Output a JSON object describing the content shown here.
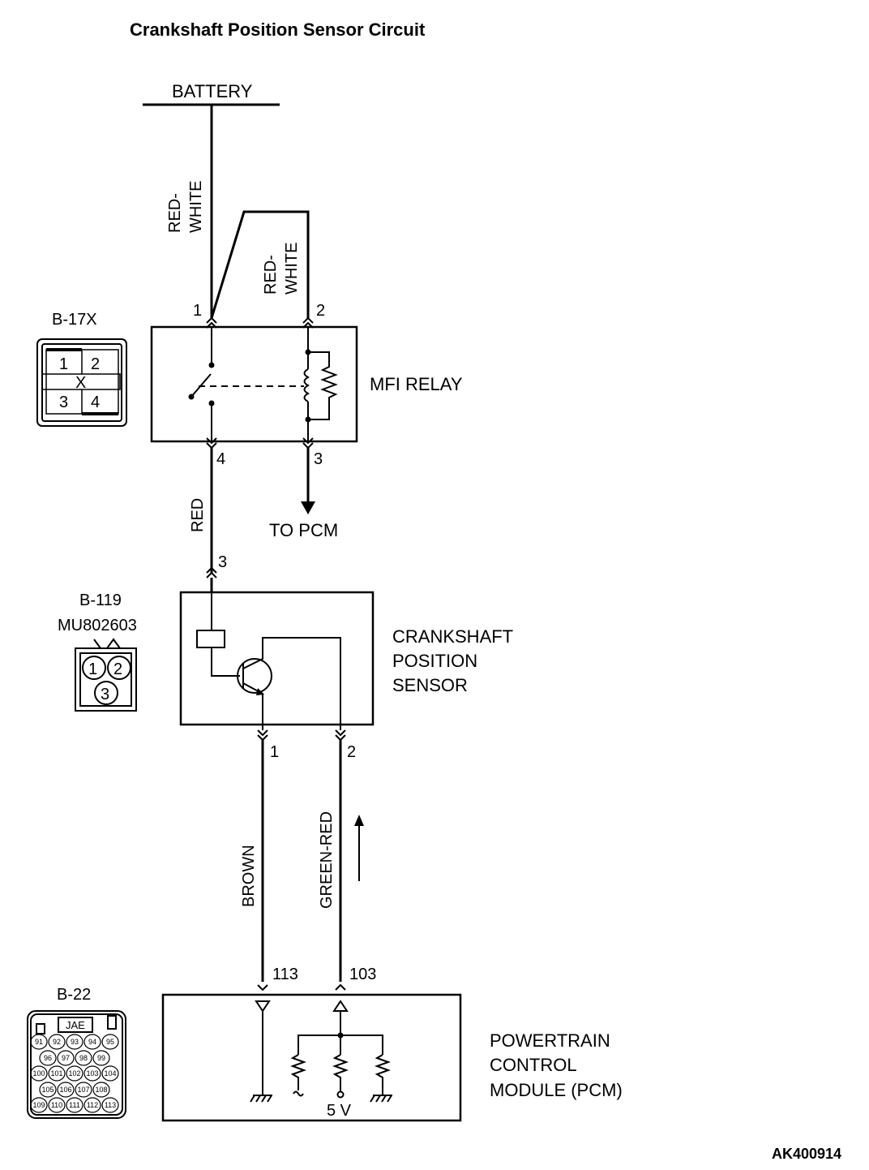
{
  "title": "Crankshaft Position Sensor Circuit",
  "doc_code": "AK400914",
  "battery_label": "BATTERY",
  "wires": {
    "battery_to_relay1": "RED-\nWHITE",
    "battery_to_relay2": "RED-\nWHITE",
    "relay4_to_sensor3": "RED",
    "sensor1_to_pcm": "BROWN",
    "sensor2_to_pcm": "GREEN-RED"
  },
  "relay": {
    "label": "MFI RELAY",
    "connector": "B-17X",
    "pins": {
      "p1": "1",
      "p2": "2",
      "p3": "3",
      "p4": "4"
    },
    "to_pcm": "TO PCM",
    "face": {
      "c1": "1",
      "c2": "2",
      "c3": "3",
      "c4": "4",
      "x": "X"
    }
  },
  "sensor": {
    "label_line1": "CRANKSHAFT",
    "label_line2": "POSITION",
    "label_line3": "SENSOR",
    "connector": "B-119",
    "part_no": "MU802603",
    "pins": {
      "p1": "1",
      "p2": "2",
      "p3": "3"
    },
    "face": {
      "c1": "1",
      "c2": "2",
      "c3": "3"
    }
  },
  "pcm": {
    "label_line1": "POWERTRAIN",
    "label_line2": "CONTROL",
    "label_line3": "MODULE (PCM)",
    "connector": "B-22",
    "connector_mark": "JAE",
    "pins": {
      "p113": "113",
      "p103": "103"
    },
    "supply": "5 V",
    "face_rows": [
      [
        "91",
        "92",
        "93",
        "94",
        "95"
      ],
      [
        "96",
        "97",
        "98",
        "99"
      ],
      [
        "100",
        "101",
        "102",
        "103",
        "104"
      ],
      [
        "105",
        "106",
        "107",
        "108"
      ],
      [
        "109",
        "110",
        "111",
        "112",
        "113"
      ]
    ]
  }
}
